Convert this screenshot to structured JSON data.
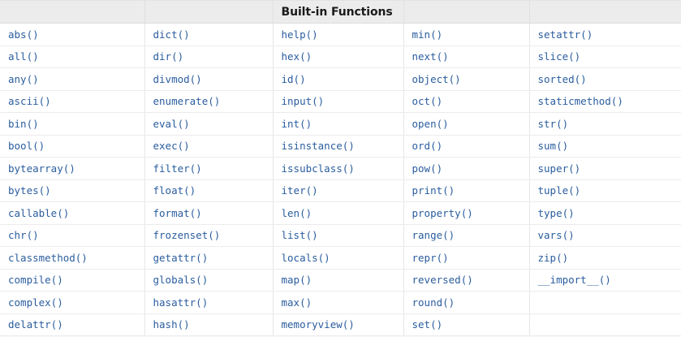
{
  "table": {
    "title": "Built-in Functions",
    "title_column_index": 2,
    "column_count": 5,
    "row_count": 14,
    "header_cells": [
      "",
      "",
      "Built-in Functions",
      "",
      ""
    ],
    "colors": {
      "text": "#2a5d9e",
      "header_background": "#ececec",
      "header_text": "#1a1a1a",
      "cell_background": "#ffffff",
      "border": "#e6e6e6",
      "page_background": "#f8f8f8"
    },
    "columns": [
      {
        "index": 0,
        "cells": [
          "abs()",
          "all()",
          "any()",
          "ascii()",
          "bin()",
          "bool()",
          "bytearray()",
          "bytes()",
          "callable()",
          "chr()",
          "classmethod()",
          "compile()",
          "complex()",
          "delattr()"
        ]
      },
      {
        "index": 1,
        "cells": [
          "dict()",
          "dir()",
          "divmod()",
          "enumerate()",
          "eval()",
          "exec()",
          "filter()",
          "float()",
          "format()",
          "frozenset()",
          "getattr()",
          "globals()",
          "hasattr()",
          "hash()"
        ]
      },
      {
        "index": 2,
        "cells": [
          "help()",
          "hex()",
          "id()",
          "input()",
          "int()",
          "isinstance()",
          "issubclass()",
          "iter()",
          "len()",
          "list()",
          "locals()",
          "map()",
          "max()",
          "memoryview()"
        ]
      },
      {
        "index": 3,
        "cells": [
          "min()",
          "next()",
          "object()",
          "oct()",
          "open()",
          "ord()",
          "pow()",
          "print()",
          "property()",
          "range()",
          "repr()",
          "reversed()",
          "round()",
          "set()"
        ]
      },
      {
        "index": 4,
        "cells": [
          "setattr()",
          "slice()",
          "sorted()",
          "staticmethod()",
          "str()",
          "sum()",
          "super()",
          "tuple()",
          "type()",
          "vars()",
          "zip()",
          "__import__()",
          "",
          ""
        ]
      }
    ],
    "rows": [
      [
        "abs()",
        "dict()",
        "help()",
        "min()",
        "setattr()"
      ],
      [
        "all()",
        "dir()",
        "hex()",
        "next()",
        "slice()"
      ],
      [
        "any()",
        "divmod()",
        "id()",
        "object()",
        "sorted()"
      ],
      [
        "ascii()",
        "enumerate()",
        "input()",
        "oct()",
        "staticmethod()"
      ],
      [
        "bin()",
        "eval()",
        "int()",
        "open()",
        "str()"
      ],
      [
        "bool()",
        "exec()",
        "isinstance()",
        "ord()",
        "sum()"
      ],
      [
        "bytearray()",
        "filter()",
        "issubclass()",
        "pow()",
        "super()"
      ],
      [
        "bytes()",
        "float()",
        "iter()",
        "print()",
        "tuple()"
      ],
      [
        "callable()",
        "format()",
        "len()",
        "property()",
        "type()"
      ],
      [
        "chr()",
        "frozenset()",
        "list()",
        "range()",
        "vars()"
      ],
      [
        "classmethod()",
        "getattr()",
        "locals()",
        "repr()",
        "zip()"
      ],
      [
        "compile()",
        "globals()",
        "map()",
        "reversed()",
        "__import__()"
      ],
      [
        "complex()",
        "hasattr()",
        "max()",
        "round()",
        ""
      ],
      [
        "delattr()",
        "hash()",
        "memoryview()",
        "set()",
        ""
      ]
    ]
  }
}
